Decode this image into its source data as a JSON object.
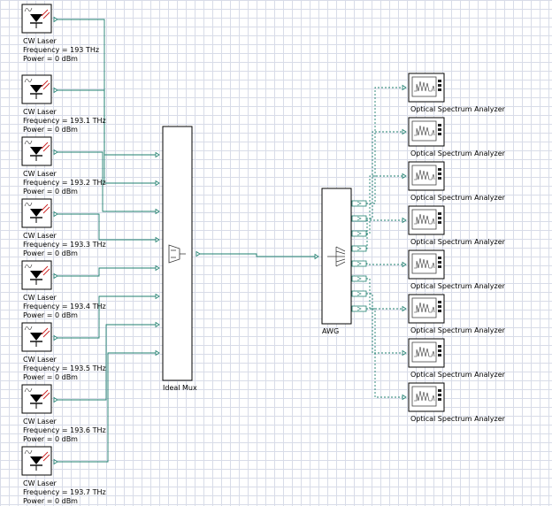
{
  "lasers": [
    {
      "name": "CW Laser",
      "frequency": "Frequency = 193  THz",
      "power": "Power = 0  dBm"
    },
    {
      "name": "CW Laser",
      "frequency": "Frequency = 193.1  THz",
      "power": "Power = 0  dBm"
    },
    {
      "name": "CW Laser",
      "frequency": "Frequency = 193.2  THz",
      "power": "Power = 0  dBm"
    },
    {
      "name": "CW Laser",
      "frequency": "Frequency = 193.3  THz",
      "power": "Power = 0  dBm"
    },
    {
      "name": "CW Laser",
      "frequency": "Frequency = 193.4  THz",
      "power": "Power = 0  dBm"
    },
    {
      "name": "CW Laser",
      "frequency": "Frequency = 193.5  THz",
      "power": "Power = 0  dBm"
    },
    {
      "name": "CW Laser",
      "frequency": "Frequency = 193.6  THz",
      "power": "Power = 0  dBm"
    },
    {
      "name": "CW Laser",
      "frequency": "Frequency = 193.7  THz",
      "power": "Power = 0  dBm"
    }
  ],
  "mux": {
    "label": "Ideal Mux"
  },
  "awg": {
    "label": "AWG"
  },
  "analyzers": [
    {
      "label": "Optical Spectrum Analyzer"
    },
    {
      "label": "Optical Spectrum Analyzer"
    },
    {
      "label": "Optical Spectrum Analyzer"
    },
    {
      "label": "Optical Spectrum Analyzer"
    },
    {
      "label": "Optical Spectrum Analyzer"
    },
    {
      "label": "Optical Spectrum Analyzer"
    },
    {
      "label": "Optical Spectrum Analyzer"
    },
    {
      "label": "Optical Spectrum Analyzer"
    }
  ],
  "colors": {
    "optical_link": "#1f7f6f",
    "port": "#1f7f6f",
    "laser_arrow": "#cc2222",
    "block_border": "#000000"
  }
}
